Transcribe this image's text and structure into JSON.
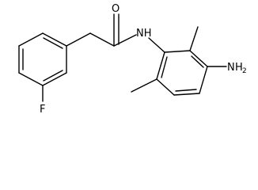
{
  "molecule": {
    "labels": {
      "oxygen": "O",
      "amide_nh": "NH",
      "fluorine": "F",
      "amine_n": "N",
      "amine_h": "H",
      "amine_sub": "2"
    }
  }
}
